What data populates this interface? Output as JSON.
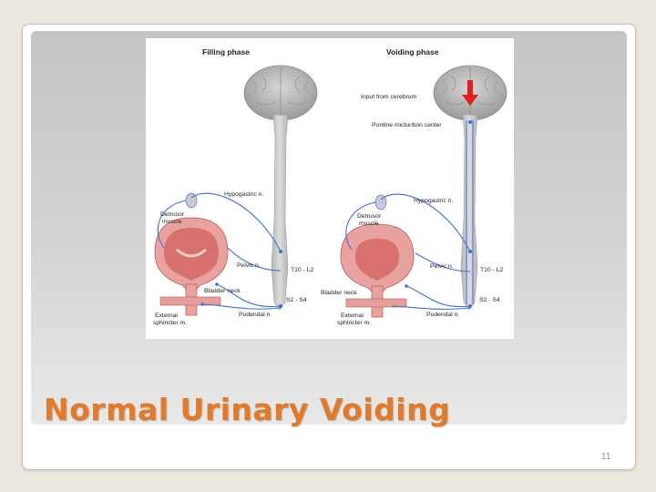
{
  "slide": {
    "title": "Normal Urinary Voiding",
    "page_number": "11"
  },
  "figure": {
    "filling": {
      "heading": "Filling phase",
      "labels": {
        "hypogastric": "Hypogastric n.",
        "detrusor_1": "Detrusor",
        "detrusor_2": "muscle",
        "pelvic": "Pelvic n.",
        "t10": "T10 - L2",
        "bladder_neck": "Bladder neck",
        "s2": "S2 - S4",
        "external_1": "External",
        "external_2": "sphincter m.",
        "pudendal": "Pudendal n."
      }
    },
    "voiding": {
      "heading": "Voiding phase",
      "labels": {
        "input_cerebrum": "Input from cerebrum",
        "pontine": "Pontine micturition center",
        "hypogastric": "Hypogastric n.",
        "detrusor_1": "Detrusor",
        "detrusor_2": "muscle",
        "pelvic": "Pelvic n.",
        "t10": "T10 - L2",
        "bladder_neck": "Bladder neck",
        "s2": "S2 - S4",
        "external_1": "External",
        "external_2": "sphincter m.",
        "pudendal": "Pudendal n."
      }
    },
    "colors": {
      "nerve": "#3f6fd1",
      "brain": "#a9a9a9",
      "spinal_cord": "#c7c7c7",
      "bladder_wall": "#e8a2a0",
      "bladder_inner": "#d7706e",
      "input_arrow": "#e02020"
    }
  }
}
